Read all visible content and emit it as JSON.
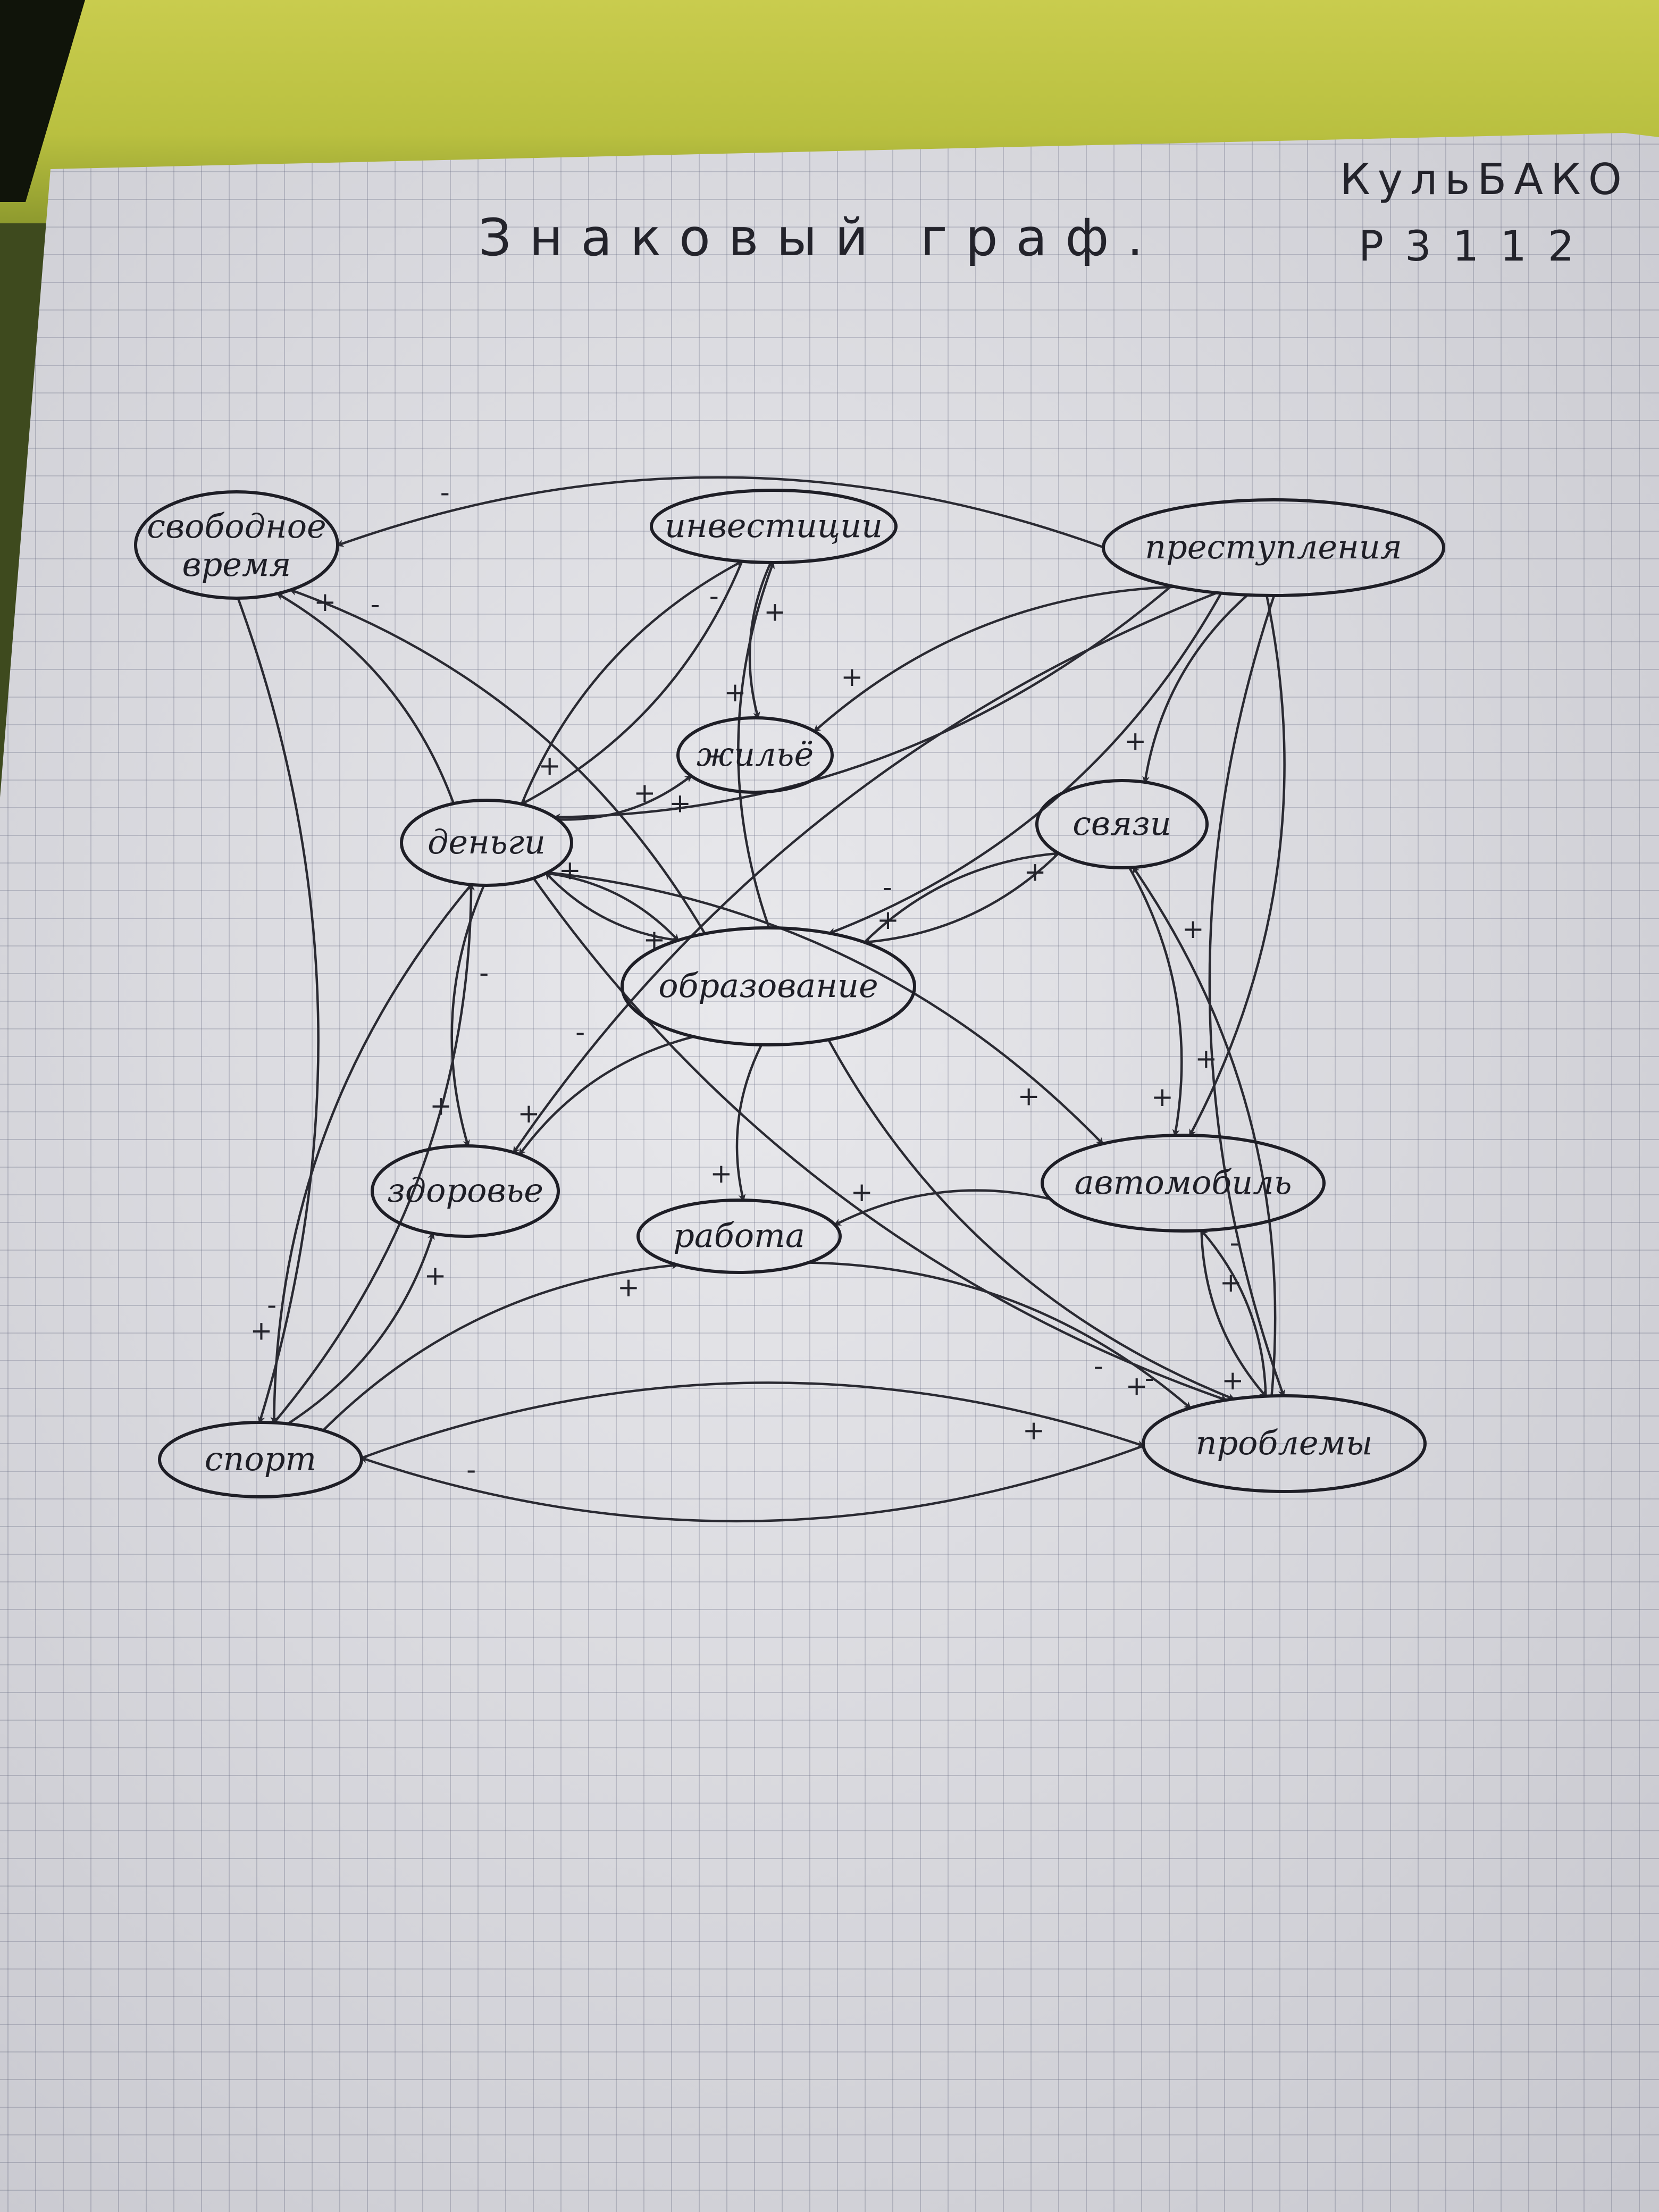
{
  "title": "Знаковый граф.",
  "author": "КульБАКО",
  "group": "Р3112",
  "nodes": [
    {
      "id": "svobodnoe",
      "label": "свободное время"
    },
    {
      "id": "investicii",
      "label": "инвестиции"
    },
    {
      "id": "prestupleniya",
      "label": "преступления"
    },
    {
      "id": "zhilyo",
      "label": "жильё"
    },
    {
      "id": "dengi",
      "label": "деньги"
    },
    {
      "id": "svyazi",
      "label": "связи"
    },
    {
      "id": "obrazovanie",
      "label": "образование"
    },
    {
      "id": "zdorovye",
      "label": "здоровье"
    },
    {
      "id": "avtomobil",
      "label": "автомобиль"
    },
    {
      "id": "rabota",
      "label": "работа"
    },
    {
      "id": "sport",
      "label": "спорт"
    },
    {
      "id": "problemy",
      "label": "проблемы"
    }
  ],
  "edges": [
    {
      "from": "prestupleniya",
      "to": "svobodnoe",
      "sign": "-"
    },
    {
      "from": "dengi",
      "to": "svobodnoe",
      "sign": "+"
    },
    {
      "from": "obrazovanie",
      "to": "svobodnoe",
      "sign": "-"
    },
    {
      "from": "svobodnoe",
      "to": "sport",
      "sign": "-"
    },
    {
      "from": "investicii",
      "to": "dengi",
      "sign": "+"
    },
    {
      "from": "dengi",
      "to": "investicii",
      "sign": "-"
    },
    {
      "from": "investicii",
      "to": "zhilyo",
      "sign": "+"
    },
    {
      "from": "obrazovanie",
      "to": "investicii",
      "sign": "+"
    },
    {
      "from": "dengi",
      "to": "zhilyo",
      "sign": "+"
    },
    {
      "from": "prestupleniya",
      "to": "zhilyo",
      "sign": "+"
    },
    {
      "from": "prestupleniya",
      "to": "dengi",
      "sign": "+"
    },
    {
      "from": "prestupleniya",
      "to": "obrazovanie",
      "sign": "-"
    },
    {
      "from": "prestupleniya",
      "to": "svyazi",
      "sign": "+"
    },
    {
      "from": "prestupleniya",
      "to": "zdorovye",
      "sign": "-"
    },
    {
      "from": "prestupleniya",
      "to": "avtomobil",
      "sign": "+"
    },
    {
      "from": "prestupleniya",
      "to": "problemy",
      "sign": "+"
    },
    {
      "from": "obrazovanie",
      "to": "dengi",
      "sign": "+"
    },
    {
      "from": "dengi",
      "to": "obrazovanie",
      "sign": "+"
    },
    {
      "from": "dengi",
      "to": "zdorovye",
      "sign": "+"
    },
    {
      "from": "dengi",
      "to": "avtomobil",
      "sign": "+"
    },
    {
      "from": "dengi",
      "to": "sport",
      "sign": "+"
    },
    {
      "from": "dengi",
      "to": "problemy",
      "sign": "-"
    },
    {
      "from": "svyazi",
      "to": "obrazovanie",
      "sign": "+"
    },
    {
      "from": "obrazovanie",
      "to": "svyazi",
      "sign": "+"
    },
    {
      "from": "svyazi",
      "to": "avtomobil",
      "sign": "+"
    },
    {
      "from": "obrazovanie",
      "to": "zdorovye",
      "sign": "+"
    },
    {
      "from": "obrazovanie",
      "to": "rabota",
      "sign": "+"
    },
    {
      "from": "obrazovanie",
      "to": "problemy",
      "sign": "-"
    },
    {
      "from": "avtomobil",
      "to": "rabota",
      "sign": "+"
    },
    {
      "from": "avtomobil",
      "to": "problemy",
      "sign": "+"
    },
    {
      "from": "problemy",
      "to": "avtomobil",
      "sign": "-"
    },
    {
      "from": "rabota",
      "to": "problemy",
      "sign": "+"
    },
    {
      "from": "problemy",
      "to": "svyazi",
      "sign": "+"
    },
    {
      "from": "sport",
      "to": "zdorovye",
      "sign": "+"
    },
    {
      "from": "sport",
      "to": "rabota",
      "sign": "+"
    },
    {
      "from": "sport",
      "to": "dengi",
      "sign": "-"
    },
    {
      "from": "sport",
      "to": "problemy",
      "sign": "+"
    },
    {
      "from": "problemy",
      "to": "sport",
      "sign": "-"
    }
  ]
}
